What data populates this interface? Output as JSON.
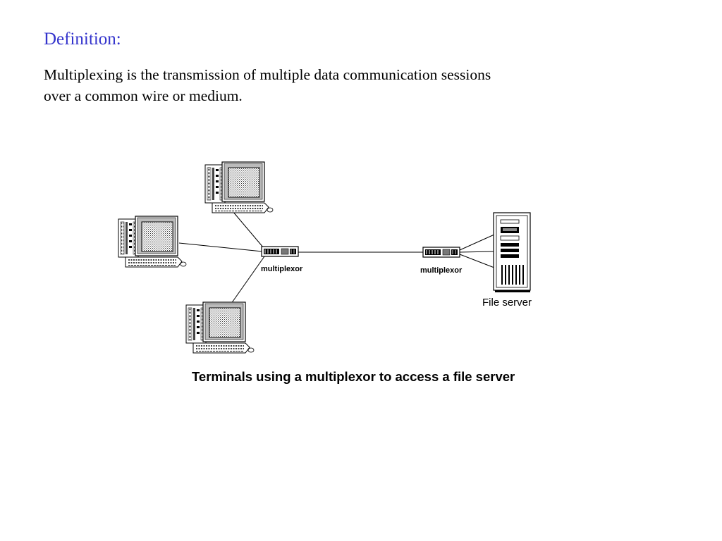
{
  "slide": {
    "heading": "Definition:",
    "paragraph_lines": [
      "Multiplexing is the transmission of multiple data communication sessions",
      "over a common wire or medium."
    ],
    "colors": {
      "heading": "#3333cc",
      "text": "#000000"
    }
  },
  "diagram": {
    "multiplexor_left_label": "multiplexor",
    "multiplexor_right_label": "multiplexor",
    "server_label": "File server",
    "caption": "Terminals using a multiplexor to access a file server",
    "terminals": [
      "terminal",
      "terminal",
      "terminal"
    ]
  }
}
